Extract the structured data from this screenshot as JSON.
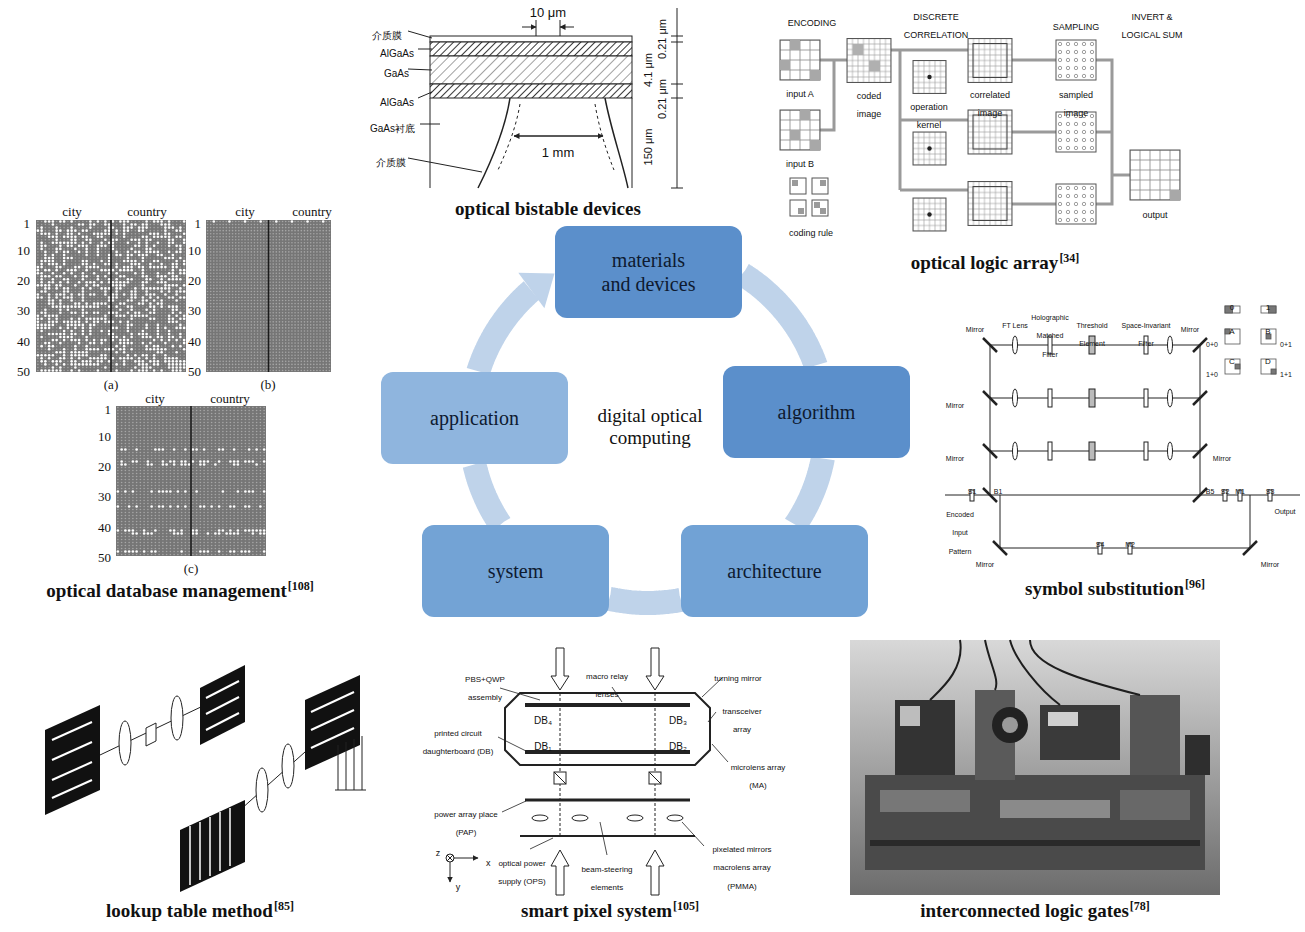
{
  "diagram": {
    "nodes": [
      {
        "text": [
          "materials and devices"
        ]
      },
      {
        "text": [
          "algorithm"
        ]
      },
      {
        "text": [
          "architecture"
        ]
      },
      {
        "text": [
          "system"
        ]
      },
      {
        "text": [
          "application"
        ]
      }
    ],
    "edges": [
      {
        "from": 0,
        "to": 1,
        "arrow": "none"
      },
      {
        "from": 1,
        "to": 2,
        "arrow": "none"
      },
      {
        "from": 2,
        "to": 3,
        "arrow": "none"
      },
      {
        "from": 3,
        "to": 4,
        "arrow": "none"
      },
      {
        "from": 4,
        "to": 0,
        "arrow": "to"
      }
    ],
    "labels": [
      "10 μm",
      "介质膜",
      "AlGaAs",
      "GaAs",
      "AlGaAs",
      "GaAs衬底",
      "介质膜",
      "0.21 μm",
      "4.1 μm",
      "0.21 μm",
      "150 μm",
      "1 mm",
      "optical bistable devices",
      "ENCODING",
      "DISCRETE CORRELATION",
      "SAMPLING",
      "INVERT & LOGICAL SUM",
      "input A",
      "coded image",
      "input B",
      "operation kernel",
      "correlated image",
      "sampled image",
      "coding rule",
      "output",
      "optical logic array",
      "[34]",
      "city",
      "country",
      "1",
      "10",
      "20",
      "30",
      "40",
      "50",
      "(a)",
      "city",
      "country",
      "1",
      "10",
      "20",
      "30",
      "40",
      "50",
      "(b)",
      "city",
      "country",
      "1",
      "10",
      "20",
      "30",
      "40",
      "50",
      "(c)",
      "optical database management",
      "[108]",
      "FT Lens",
      "Holographic Matched Filter",
      "Threshold Element",
      "Space-Invariant Filter",
      "Mirror",
      "Mirror",
      "Mirror",
      "Mirror",
      "Mirror",
      "Mirror",
      "Mirror",
      "Encoded Input Pattern",
      "Output",
      "0",
      "1",
      "A",
      "B",
      "0+0",
      "0+1",
      "C",
      "D",
      "1+0",
      "1+1",
      "S1",
      "B1",
      "B5",
      "S2",
      "M1",
      "S3",
      "S4",
      "M2",
      "symbol substitution",
      "[96]",
      "PBS+QWP assembly",
      "macro relay lenses",
      "turning mirror",
      "transceiver array",
      "printed circuit daughterboard (DB)",
      "DB₄",
      "DB₃",
      "DB₁",
      "DB₂",
      "microlens array (MA)",
      "power array place (PAP)",
      "optical power supply (OPS)",
      "beam-steering elements",
      "pixelated mirrors macrolens array (PMMA)",
      "z",
      "x",
      "y",
      "smart pixel system",
      "[105]",
      "lookup table method",
      "[85]",
      "interconnected logic gates",
      "[78]",
      "digital optical computing"
    ]
  }
}
